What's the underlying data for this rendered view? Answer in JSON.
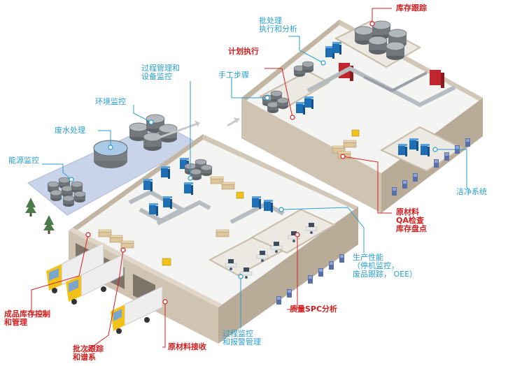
{
  "labels": {
    "inventory_tracking": "库存跟踪",
    "batch_processing": [
      "批处理",
      "执行和分析"
    ],
    "plan_execution": "计划执行",
    "process_equipment": [
      "过程管理和",
      "设备监控"
    ],
    "manual_steps": "手工步骤",
    "environment_monitoring": "环境监控",
    "wastewater_treatment": "废水处理",
    "energy_monitoring": "能源监控",
    "clean_system": "洁净系统",
    "raw_material_qa": [
      "原材料",
      "QA检查",
      "库存盘点"
    ],
    "production_performance": [
      "生产性能",
      "（停机监控，",
      "废品跟踪， OEE）"
    ],
    "quality_spc": "质量SPC分析",
    "finished_goods": [
      "成品库存控制",
      "和管理"
    ],
    "batch_tracking": [
      "批次跟踪",
      "和谱系"
    ],
    "raw_material_receiving": "原材料接收",
    "process_alarm": [
      "过程监控",
      "和报警管理"
    ]
  },
  "colors": {
    "label_blue": "#2a9fd0",
    "label_red": "#d42020",
    "wall": "#c8bba8",
    "floor": "#f4f4f2",
    "tank": "#8a8f94",
    "equipment_blue": "#1f6fb5",
    "equipment_red": "#c0262d",
    "pallet": "#dcc59a",
    "truck_cab": "#f2c21b",
    "outdoor_area": "#c9d3ea"
  }
}
